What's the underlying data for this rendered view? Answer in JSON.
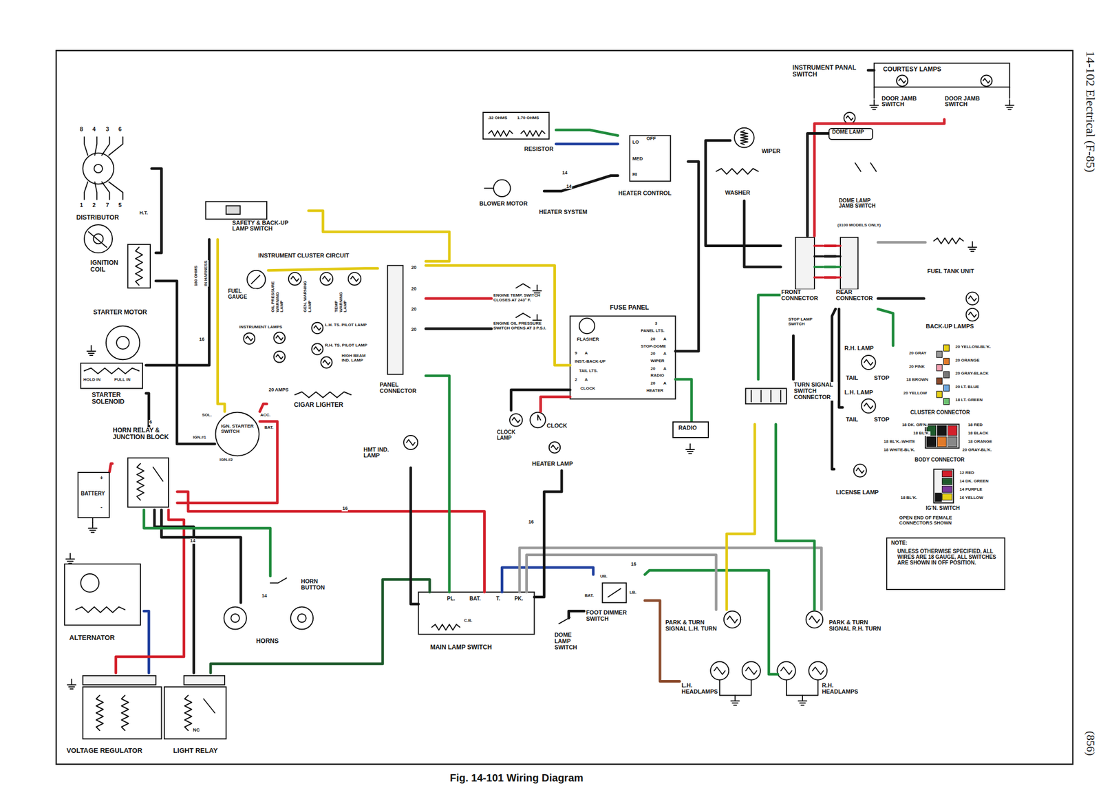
{
  "diagram": {
    "caption": "Fig. 14-101 Wiring Diagram",
    "nodes": [
      {
        "text": [
          "DISTRIBUTOR"
        ]
      },
      {
        "text": [
          "IGNITION COIL"
        ]
      },
      {
        "text": [
          "STARTER MOTOR"
        ]
      },
      {
        "text": [
          "STARTER SOLENOID",
          "HOLD IN",
          "PULL IN"
        ]
      },
      {
        "text": [
          "HORN RELAY & JUNCTION BLOCK"
        ]
      },
      {
        "text": [
          "BATTERY",
          "+",
          "-"
        ]
      },
      {
        "text": [
          "ALTERNATOR"
        ]
      },
      {
        "text": [
          "VOLTAGE REGULATOR"
        ]
      },
      {
        "text": [
          "LIGHT RELAY",
          "NC"
        ]
      },
      {
        "text": [
          "HORNS"
        ]
      },
      {
        "text": [
          "HORN BUTTON"
        ]
      },
      {
        "text": [
          "SAFETY & BACK-UP LAMP SWITCH"
        ]
      },
      {
        "text": [
          "FUEL GAUGE"
        ]
      },
      {
        "text": [
          "PANEL CONNECTOR"
        ]
      },
      {
        "text": [
          "IGN. STARTER SWITCH"
        ]
      },
      {
        "text": [
          "20 AMPS",
          "CIGAR LIGHTER"
        ]
      },
      {
        "text": [
          "HMT IND. LAMP"
        ]
      },
      {
        "text": [
          "CLOCK LAMP"
        ]
      },
      {
        "text": [
          "CLOCK"
        ]
      },
      {
        "text": [
          "HEATER LAMP"
        ]
      },
      {
        "text": [
          "FUSE PANEL"
        ]
      },
      {
        "text": [
          "RADIO"
        ]
      },
      {
        "text": [
          ".32 OHMS",
          "1.70 OHMS",
          "RESISTOR"
        ]
      },
      {
        "text": [
          "BLOWER MOTOR"
        ]
      },
      {
        "text": [
          "LO",
          "OFF",
          "MED",
          "HI",
          "HEATER CONTROL"
        ]
      },
      {
        "text": [
          "WIPER"
        ]
      },
      {
        "text": [
          "WASHER"
        ]
      },
      {
        "text": [
          "INSTRUMENT PANAL SWITCH"
        ]
      },
      {
        "text": [
          "COURTESY LAMPS",
          "DOOR JAMB SWITCH",
          "DOOR JAMB SWITCH"
        ]
      },
      {
        "text": [
          "DOME LAMP"
        ]
      },
      {
        "text": [
          "DOME LAMP JAMB SWITCH",
          "(3100 MODELS ONLY)"
        ]
      },
      {
        "text": [
          "FRONT CONNECTOR"
        ]
      },
      {
        "text": [
          "REAR CONNECTOR"
        ]
      },
      {
        "text": [
          "FUEL TANK UNIT"
        ]
      },
      {
        "text": [
          "BACK-UP LAMPS"
        ]
      },
      {
        "text": [
          "STOP LAMP SWITCH"
        ]
      },
      {
        "text": [
          "TURN SIGNAL SWITCH CONNECTOR"
        ]
      },
      {
        "text": [
          "R.H. LAMP",
          "TAIL",
          "STOP"
        ]
      },
      {
        "text": [
          "L.H. LAMP",
          "TAIL",
          "STOP"
        ]
      },
      {
        "text": [
          "LICENSE LAMP"
        ]
      },
      {
        "text": [
          "PL.",
          "BAT.",
          "T.",
          "PK.",
          "C.B.",
          "MAIN LAMP SWITCH"
        ]
      },
      {
        "text": [
          "UB.",
          "BAT.",
          "LB.",
          "FOOT DIMMER SWITCH"
        ]
      },
      {
        "text": [
          "DOME LAMP SWITCH"
        ]
      },
      {
        "text": [
          "PARK & TURN SIGNAL L.H. TURN"
        ]
      },
      {
        "text": [
          "PARK & TURN SIGNAL R.H. TURN"
        ]
      },
      {
        "text": [
          "L.H. HEADLAMPS"
        ]
      },
      {
        "text": [
          "R.H. HEADLAMPS"
        ]
      },
      {
        "text": [
          "NOTE:",
          "UNLESS OTHERWISE SPECIFIED, ALL WIRES ARE 18 GAUGE, ALL SWITCHES ARE SHOWN IN OFF POSITION."
        ]
      },
      {
        "text": [
          "ENGINE TEMP. SWITCH CLOSES AT 243° F."
        ]
      },
      {
        "text": [
          "ENGINE OIL PRESSURE SWITCH OPENS AT 3 P.S.I."
        ]
      }
    ],
    "edges": [
      {
        "from": 1,
        "to": 0,
        "arrow": "none"
      },
      {
        "from": 5,
        "to": 4,
        "arrow": "none"
      },
      {
        "from": 4,
        "to": 14,
        "arrow": "none"
      },
      {
        "from": 3,
        "to": 4,
        "arrow": "none"
      },
      {
        "from": 11,
        "to": 14,
        "arrow": "none"
      },
      {
        "from": 11,
        "to": 3,
        "arrow": "none"
      },
      {
        "from": 1,
        "to": 14,
        "arrow": "none"
      },
      {
        "from": 7,
        "to": 6,
        "arrow": "none"
      },
      {
        "from": 7,
        "to": 4,
        "arrow": "none"
      },
      {
        "from": 8,
        "to": 4,
        "arrow": "none"
      },
      {
        "from": 8,
        "to": 40,
        "arrow": "none"
      },
      {
        "from": 4,
        "to": 9,
        "arrow": "none"
      },
      {
        "from": 10,
        "to": 4,
        "arrow": "none"
      },
      {
        "from": 14,
        "to": 15,
        "arrow": "none"
      },
      {
        "from": 4,
        "to": 40,
        "arrow": "none"
      },
      {
        "from": 40,
        "to": 41,
        "arrow": "none"
      },
      {
        "from": 41,
        "to": 45,
        "arrow": "none"
      },
      {
        "from": 41,
        "to": 46,
        "arrow": "none"
      },
      {
        "from": 40,
        "to": 43,
        "arrow": "none"
      },
      {
        "from": 40,
        "to": 44,
        "arrow": "none"
      },
      {
        "from": 36,
        "to": 43,
        "arrow": "none"
      },
      {
        "from": 36,
        "to": 44,
        "arrow": "none"
      },
      {
        "from": 36,
        "to": 31,
        "arrow": "none"
      },
      {
        "from": 35,
        "to": 36,
        "arrow": "none"
      },
      {
        "from": 31,
        "to": 32,
        "arrow": "none"
      },
      {
        "from": 31,
        "to": 32,
        "arrow": "none"
      },
      {
        "from": 31,
        "to": 32,
        "arrow": "none"
      },
      {
        "from": 31,
        "to": 32,
        "arrow": "none"
      },
      {
        "from": 32,
        "to": 33,
        "arrow": "none"
      },
      {
        "from": 32,
        "to": 34,
        "arrow": "none"
      },
      {
        "from": 32,
        "to": 37,
        "arrow": "none"
      },
      {
        "from": 32,
        "to": 38,
        "arrow": "none"
      },
      {
        "from": 32,
        "to": 39,
        "arrow": "none"
      },
      {
        "from": 31,
        "to": 28,
        "arrow": "none"
      },
      {
        "from": 31,
        "to": 29,
        "arrow": "none"
      },
      {
        "from": 27,
        "to": 28,
        "arrow": "none"
      },
      {
        "from": 31,
        "to": 25,
        "arrow": "none"
      },
      {
        "from": 20,
        "to": 21,
        "arrow": "none"
      },
      {
        "from": 20,
        "to": 24,
        "arrow": "none"
      },
      {
        "from": 24,
        "to": 23,
        "arrow": "none"
      },
      {
        "from": 24,
        "to": 22,
        "arrow": "none"
      },
      {
        "from": 24,
        "to": 22,
        "arrow": "none"
      },
      {
        "from": 13,
        "to": 12,
        "arrow": "none"
      },
      {
        "from": 13,
        "to": 48,
        "arrow": "none"
      },
      {
        "from": 13,
        "to": 49,
        "arrow": "none"
      },
      {
        "from": 13,
        "to": 20,
        "arrow": "none"
      },
      {
        "from": 11,
        "to": 13,
        "arrow": "none"
      },
      {
        "from": 13,
        "to": 40,
        "arrow": "none"
      },
      {
        "from": 20,
        "to": 17,
        "arrow": "none"
      },
      {
        "from": 20,
        "to": 18,
        "arrow": "none"
      },
      {
        "from": 40,
        "to": 16,
        "arrow": "none"
      },
      {
        "from": 40,
        "to": 19,
        "arrow": "none"
      },
      {
        "from": 26,
        "to": 31,
        "arrow": "none"
      },
      {
        "from": 42,
        "to": 41,
        "arrow": "none"
      }
    ],
    "labels": [
      "14-102 Electrical (F-85)",
      "(856)",
      "8",
      "4",
      "3",
      "6",
      "1",
      "2",
      "7",
      "5",
      "H.T.",
      "INSTRUMENT CLUSTER CIRCUIT",
      "180 OHMS",
      "IN HARNESS",
      "OIL PRESSURE WARNING LAMP",
      "GEN. WARNING LAMP",
      "TEMP WARNING LAMP",
      "INSTRUMENT LAMPS",
      "L.H. TS. PILOT LAMP",
      "R.H. TS. PILOT LAMP",
      "HIGH BEAM IND. LAMP",
      "20",
      "20",
      "20",
      "20",
      "16",
      "6",
      "14",
      "14",
      "SOL.",
      "ACC.",
      "BAT.",
      "IGN.#1",
      "IGN.#2",
      "16",
      "16",
      "14",
      "14",
      "HEATER SYSTEM",
      "FLASHER",
      "9",
      "A",
      "INST.-BACK-UP",
      "TAIL LTS.",
      "2",
      "A",
      "CLOCK",
      "3",
      "PANEL LTS.",
      "20",
      "A",
      "STOP-DOME",
      "20",
      "A",
      "WIPER",
      "20",
      "A",
      "RADIO",
      "20",
      "A",
      "HEATER",
      "20 GRAY",
      "20 PINK",
      "18 BROWN",
      "20 YELLOW",
      "20 YELLOW-BL'K.",
      "20 ORANGE",
      "20 GRAY-BLACK",
      "20 LT. BLUE",
      "18 LT. GREEN",
      "CLUSTER CONNECTOR",
      "18 DK. GR'N.",
      "18 BL'K.",
      "18 BL'K.-WHITE",
      "18 WHITE-BL'K.",
      "18 RED",
      "18 BLACK",
      "18 ORANGE",
      "20 GRAY-BL'K.",
      "BODY CONNECTOR",
      "12 RED",
      "14 DK. GREEN",
      "14 PURPLE",
      "16 YELLOW",
      "18 BL'K.",
      "IG'N. SWITCH",
      "OPEN END OF FEMALE CONNECTORS SHOWN",
      "16"
    ]
  }
}
